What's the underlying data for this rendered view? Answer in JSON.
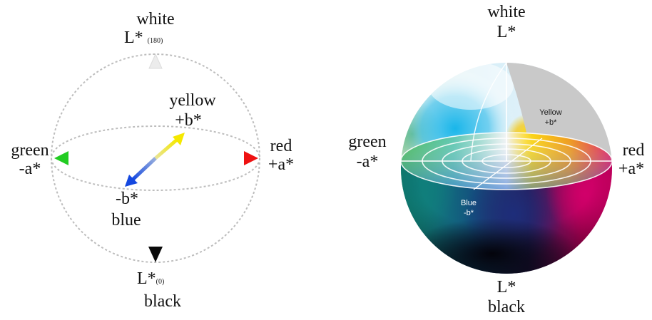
{
  "left_diagram": {
    "top_label": "white",
    "top_axis": "L*",
    "top_axis_value": "(180)",
    "yellow_label": "yellow",
    "yellow_axis": "+b*",
    "green_label": "green",
    "green_axis": "-a*",
    "red_label": "red",
    "red_axis": "+a*",
    "blue_axis": "-b*",
    "blue_label": "blue",
    "bottom_axis": "L*",
    "bottom_axis_value": "(0)",
    "bottom_label": "black",
    "colors": {
      "white": "#f2f2f2",
      "black": "#111111",
      "green": "#2ecc2e",
      "red": "#e41a1a",
      "yellow": "#f2e600",
      "blue": "#1f5fe0"
    }
  },
  "right_diagram": {
    "top_label": "white",
    "top_axis": "L*",
    "green_label": "green",
    "green_axis": "-a*",
    "red_label": "red",
    "red_axis": "+a*",
    "yellow_label": "Yellow",
    "yellow_axis": "+b*",
    "blue_label": "Blue",
    "blue_axis": "-b*",
    "bottom_axis": "L*",
    "bottom_label": "black"
  }
}
